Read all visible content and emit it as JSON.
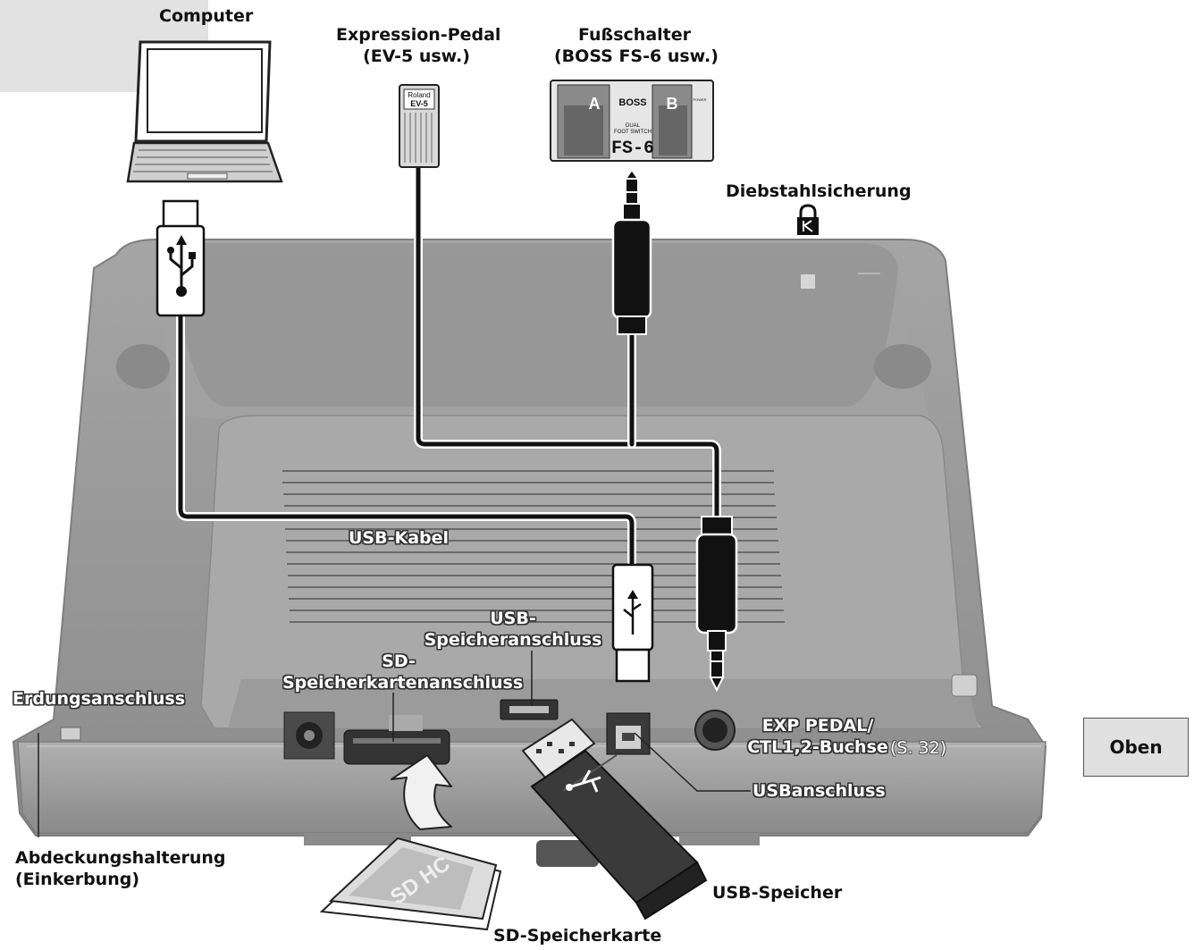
{
  "labels": {
    "computer": "Computer",
    "expression_pedal_line1": "Expression-Pedal",
    "expression_pedal_line2": "(EV-5 usw.)",
    "footswitch_line1": "Fußschalter",
    "footswitch_line2": "(BOSS FS-6 usw.)",
    "anti_theft": "Diebstahlsicherung",
    "usb_cable": "USB-Kabel",
    "usb_memory_port_line1": "USB-",
    "usb_memory_port_line2": "Speicheranschluss",
    "sd_slot_line1": "SD-",
    "sd_slot_line2": "Speicherkartenanschluss",
    "ground": "Erdungsanschluss",
    "exp_pedal_jack_line1": "EXP PEDAL/",
    "exp_pedal_jack_line2": "CTL1,2-Buchse",
    "exp_pedal_page_ref": "(S. 32)",
    "usb_port": "USBanschluss",
    "cover_holder_line1": "Abdeckungshalterung",
    "cover_holder_line2": "(Einkerbung)",
    "usb_memory": "USB-Speicher",
    "sd_card": "SD-Speicherkarte",
    "top_button": "Oben"
  },
  "device_text": {
    "ev5_brand": "Roland",
    "ev5_model": "EV-5",
    "fs6_brand": "BOSS",
    "fs6_a": "A",
    "fs6_b": "B",
    "fs6_desc1": "DUAL",
    "fs6_desc2": "FOOT SWITCH",
    "fs6_model": "FS-6",
    "fs6_power": "POWER",
    "sd_logo": "SD HC"
  },
  "colors": {
    "device_body": "#9a9a9a",
    "device_dark": "#7c7c7c",
    "cable": "#111111",
    "label_outline": "#333333"
  }
}
